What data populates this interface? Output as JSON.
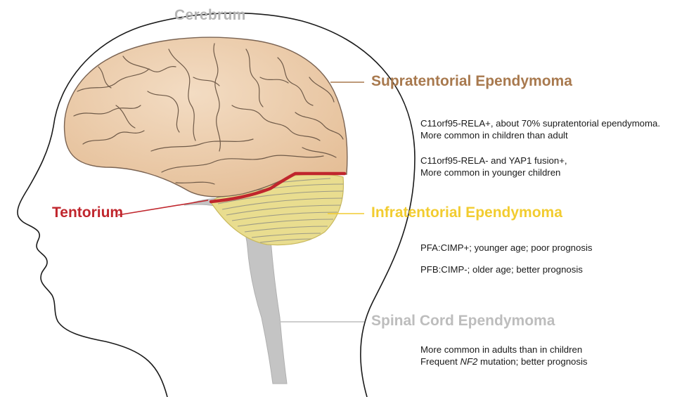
{
  "colors": {
    "cerebrum_label": "#b5b5b5",
    "supratentorial": "#a8794e",
    "infratentorial": "#f2cc30",
    "spinal": "#bdbdbd",
    "tentorium": "#c0262d",
    "brain_fill": "#eac9a7",
    "cerebellum_fill": "#e9dd8f",
    "brainstem_fill": "#c4c4c4"
  },
  "labels": {
    "cerebrum": "Cerebrum",
    "tentorium": "Tentorium"
  },
  "supratentorial": {
    "title": "Supratentorial Ependymoma",
    "subtype_1": "C11orf95-RELA+, about 70% supratentorial ependymoma.",
    "subtype_1_note": "More common in children than adult",
    "subtype_2": "C11orf95-RELA- and YAP1 fusion+,",
    "subtype_2_note": "More common in younger children"
  },
  "infratentorial": {
    "title": "Infratentorial Ependymoma",
    "pfa": "PFA:CIMP+; younger age; poor prognosis",
    "pfb": "PFB:CIMP-; older age; better prognosis"
  },
  "spinal": {
    "title": "Spinal Cord Ependymoma",
    "line_1": "More common in adults than in children",
    "line_2_prefix": "Frequent ",
    "line_2_gene": "NF2",
    "line_2_suffix": " mutation; better prognosis"
  }
}
